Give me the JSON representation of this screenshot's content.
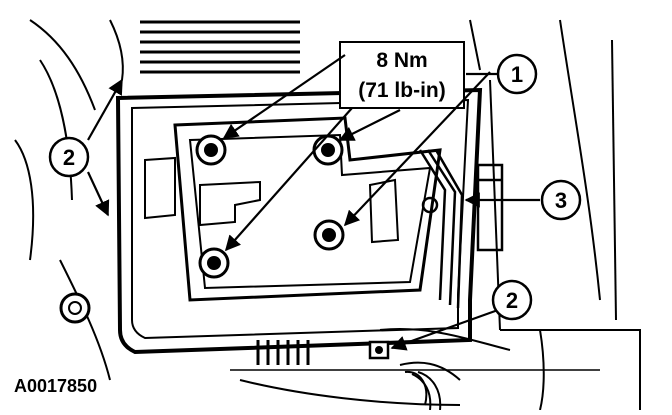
{
  "torque": {
    "value": "8 Nm",
    "imperial": "(71 lb-in)"
  },
  "callouts": {
    "one": "1",
    "two_left": "2",
    "two_bottom": "2",
    "three": "3"
  },
  "figure_id": "A0017850"
}
